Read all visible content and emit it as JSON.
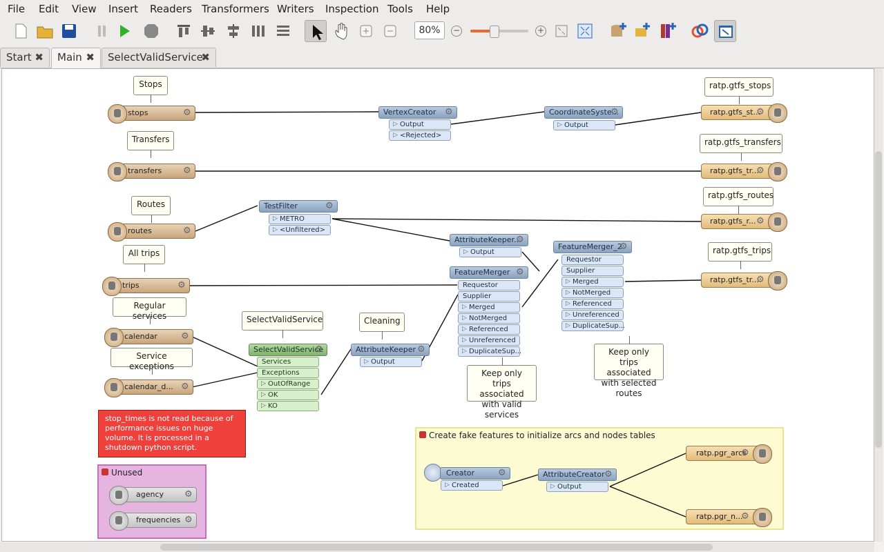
{
  "menu": [
    "File",
    "Edit",
    "View",
    "Insert",
    "Readers",
    "Transformers",
    "Writers",
    "Inspection",
    "Tools",
    "Help"
  ],
  "toolbar": {
    "zoom": "80%"
  },
  "tabs": [
    {
      "label": "Start"
    },
    {
      "label": "Main"
    },
    {
      "label": "SelectValidService"
    }
  ],
  "annotations": {
    "stops": "Stops",
    "transfers": "Transfers",
    "routes": "Routes",
    "all_trips": "All trips",
    "regular_services": "Regular services",
    "service_exceptions": "Service exceptions",
    "select_valid_service": "SelectValidService",
    "cleaning": "Cleaning",
    "ratp_stops": "ratp.gtfs_stops",
    "ratp_transfers": "ratp.gtfs_transfers",
    "ratp_routes": "ratp.gtfs_routes",
    "ratp_trips": "ratp.gtfs_trips",
    "keep_services": "Keep only trips associated with valid services",
    "keep_routes": "Keep only trips associated with selected routes"
  },
  "readers": {
    "stops": "stops",
    "transfers": "transfers",
    "routes": "routes",
    "trips": "trips",
    "calendar": "calendar",
    "calendar_dates": "calendar_d...",
    "agency": "agency",
    "frequencies": "frequencies"
  },
  "writers": {
    "stops": "ratp.gtfs_st...",
    "transfers": "ratp.gtfs_tr...",
    "routes": "ratp.gtfs_r...",
    "trips": "ratp.gtfs_tr...",
    "arcs": "ratp.pgr_arcs",
    "nodes": "ratp.pgr_n..."
  },
  "transformers": {
    "vertex_creator": {
      "name": "VertexCreator",
      "ports": [
        "Output",
        "<Rejected>"
      ]
    },
    "coordinate_system": {
      "name": "CoordinateSyste...",
      "ports": [
        "Output"
      ]
    },
    "test_filter": {
      "name": "TestFilter",
      "ports": [
        "METRO",
        "<Unfiltered>"
      ]
    },
    "attribute_keeper_top": {
      "name": "AttributeKeeper...",
      "ports": [
        "Output"
      ]
    },
    "feature_merger": {
      "name": "FeatureMerger",
      "inputs": [
        "Requestor",
        "Supplier"
      ],
      "ports": [
        "Merged",
        "NotMerged",
        "Referenced",
        "Unreferenced",
        "DuplicateSup..."
      ]
    },
    "feature_merger_2": {
      "name": "FeatureMerger_2",
      "inputs": [
        "Requestor",
        "Supplier"
      ],
      "ports": [
        "Merged",
        "NotMerged",
        "Referenced",
        "Unreferenced",
        "DuplicateSup..."
      ]
    },
    "select_valid_service": {
      "name": "SelectValidService",
      "inputs": [
        "Services",
        "Exceptions"
      ],
      "ports": [
        "OutOfRange",
        "OK",
        "KO"
      ]
    },
    "attribute_keeper": {
      "name": "AttributeKeeper",
      "ports": [
        "Output"
      ]
    },
    "creator": {
      "name": "Creator",
      "ports": [
        "Created"
      ]
    },
    "attribute_creator": {
      "name": "AttributeCreator",
      "ports": [
        "Output"
      ]
    }
  },
  "note": "stop_times is not read because of performance issues on huge volume. It is processed in a shutdown python script.",
  "bookmarks": {
    "fake": "Create fake features to initialize arcs and nodes tables",
    "unused": "Unused"
  },
  "colors": {
    "note": "#f0403c",
    "bookmark_yellow": "#fdfbd2",
    "bookmark_pink": "#e6b4e0"
  }
}
